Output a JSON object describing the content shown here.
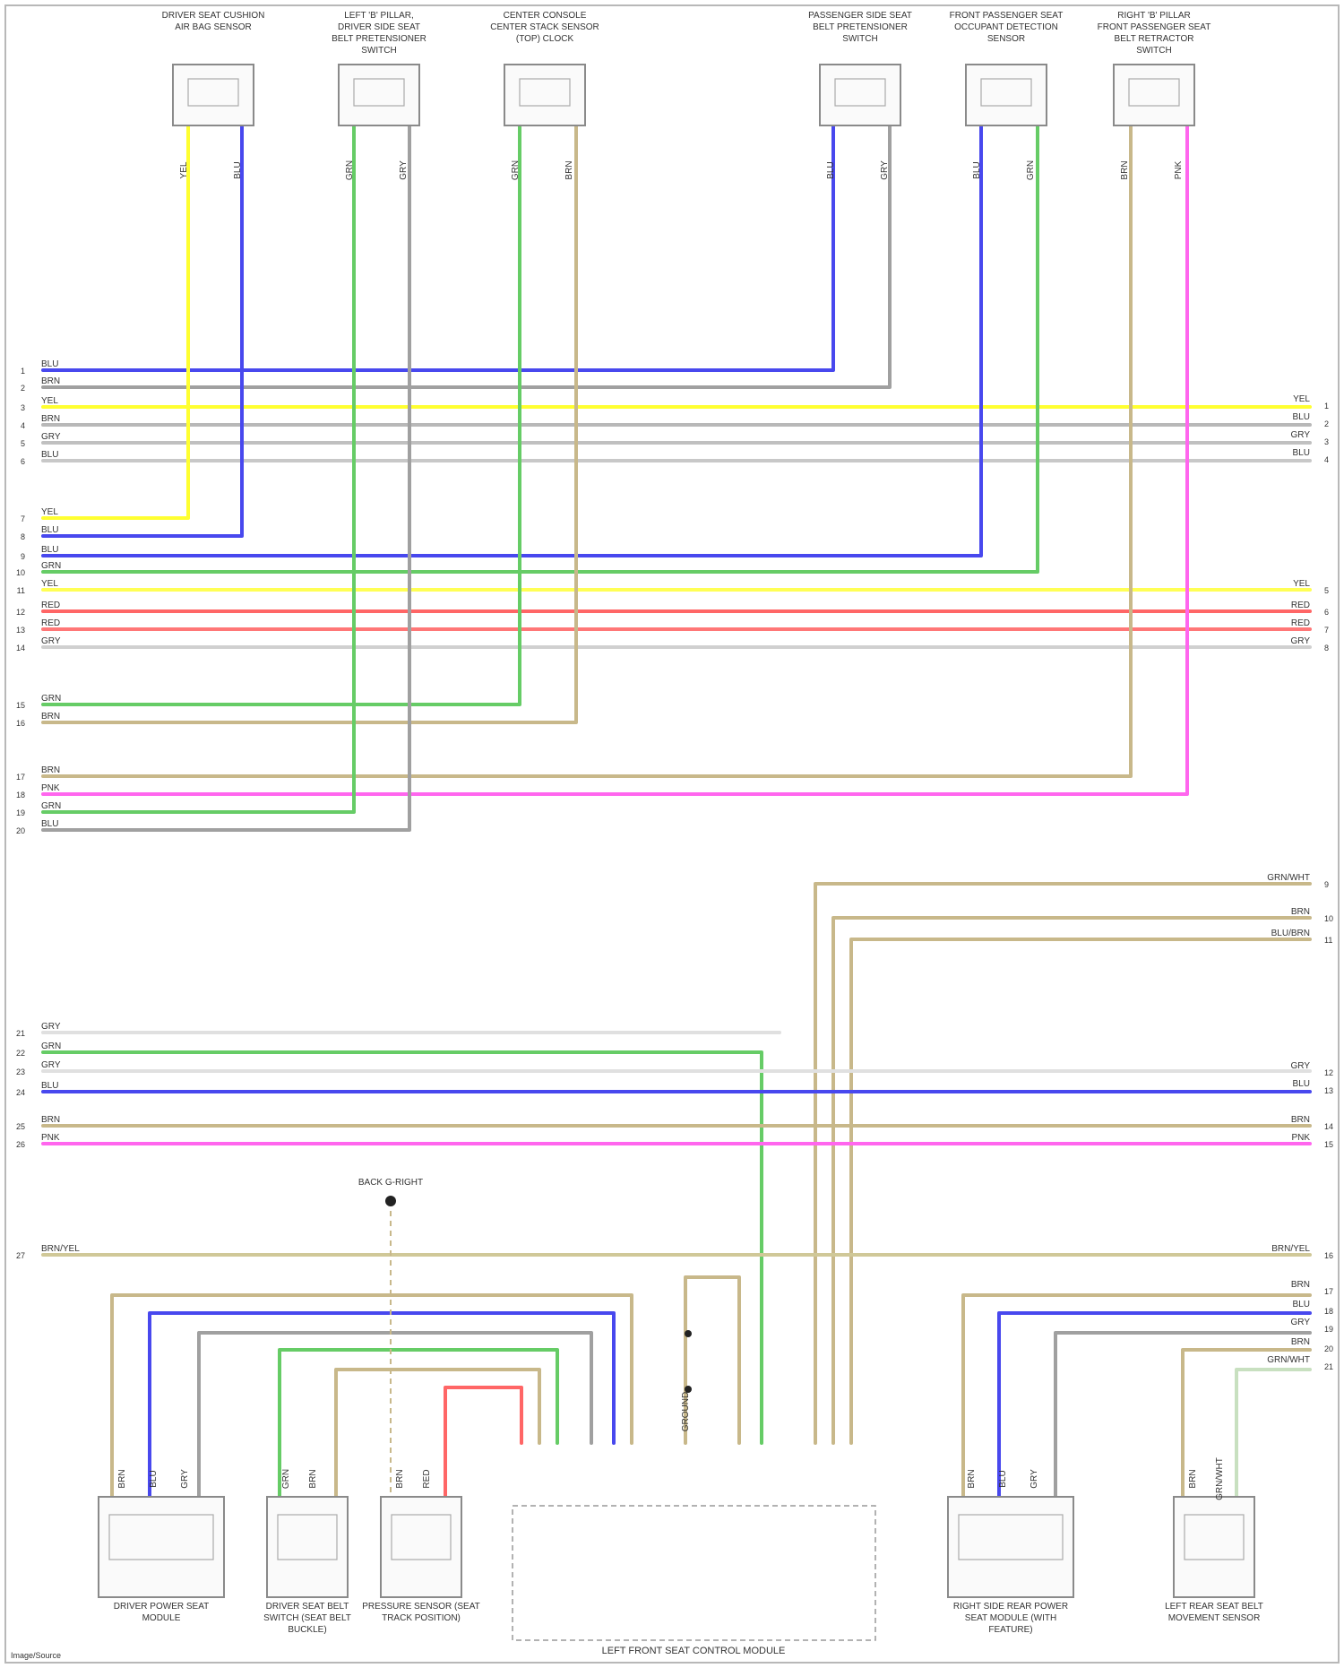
{
  "diagram": {
    "footer": "Image/Source",
    "module_label": "LEFT FRONT SEAT CONTROL MODULE",
    "ground_label": "GROUND",
    "ground_ref_label": "BACK G-RIGHT",
    "top_components": [
      {
        "id": "t1",
        "label": "DRIVER SEAT CUSHION AIR BAG SENSOR",
        "pins": [
          "YEL",
          "BLU"
        ]
      },
      {
        "id": "t2",
        "label": "LEFT 'B' PILLAR, DRIVER SIDE SEAT BELT PRETENSIONER SWITCH",
        "pins": [
          "GRN",
          "GRY"
        ]
      },
      {
        "id": "t3",
        "label": "CENTER CONSOLE CENTER STACK SENSOR (TOP) CLOCK",
        "pins": [
          "GRN",
          "BRN"
        ]
      },
      {
        "id": "t4",
        "label": "PASSENGER SIDE SEAT BELT PRETENSIONER SWITCH",
        "pins": [
          "BLU",
          "GRY"
        ]
      },
      {
        "id": "t5",
        "label": "FRONT PASSENGER SEAT OCCUPANT DETECTION SENSOR",
        "pins": [
          "BLU",
          "GRN"
        ]
      },
      {
        "id": "t6",
        "label": "RIGHT 'B' PILLAR FRONT PASSENGER SEAT BELT RETRACTOR SWITCH",
        "pins": [
          "BRN",
          "PNK"
        ]
      }
    ],
    "bottom_components": [
      {
        "id": "b1",
        "label": "DRIVER POWER SEAT MODULE",
        "pins": [
          "BRN",
          "BLU",
          "GRY"
        ]
      },
      {
        "id": "b2",
        "label": "DRIVER SEAT BELT SWITCH (SEAT BELT BUCKLE)",
        "pins": [
          "GRN",
          "BRN"
        ]
      },
      {
        "id": "b3",
        "label": "PRESSURE SENSOR (SEAT TRACK POSITION)",
        "pins": [
          "BRN",
          "RED"
        ]
      },
      {
        "id": "b4",
        "label": "RIGHT SIDE REAR POWER SEAT MODULE (WITH FEATURE)",
        "pins": [
          "BRN",
          "BLU",
          "GRY"
        ]
      },
      {
        "id": "b5",
        "label": "LEFT REAR SEAT BELT MOVEMENT SENSOR",
        "pins": [
          "BRN",
          "GRN/WHT"
        ]
      }
    ],
    "left_rows": [
      {
        "num": "1",
        "label": "BLU",
        "color": "#4848ee"
      },
      {
        "num": "2",
        "label": "BRN",
        "color": "#a0a0a0"
      },
      {
        "num": "3",
        "label": "YEL",
        "color": "#ffff30"
      },
      {
        "num": "4",
        "label": "BRN",
        "color": "#b8b8b8"
      },
      {
        "num": "5",
        "label": "GRY",
        "color": "#c0c0c0"
      },
      {
        "num": "6",
        "label": "BLU",
        "color": "#c8c8c8"
      },
      {
        "num": "7",
        "label": "YEL",
        "color": "#ffff30"
      },
      {
        "num": "8",
        "label": "BLU",
        "color": "#4848ee"
      },
      {
        "num": "9",
        "label": "BLU",
        "color": "#4848ee"
      },
      {
        "num": "10",
        "label": "GRN",
        "color": "#66cc66"
      },
      {
        "num": "11",
        "label": "YEL",
        "color": "#ffff55"
      },
      {
        "num": "12",
        "label": "RED",
        "color": "#ff6666"
      },
      {
        "num": "13",
        "label": "RED",
        "color": "#ff7777"
      },
      {
        "num": "14",
        "label": "GRY",
        "color": "#d0d0d0"
      },
      {
        "num": "15",
        "label": "GRN",
        "color": "#66cc66"
      },
      {
        "num": "16",
        "label": "BRN",
        "color": "#c8b88a"
      },
      {
        "num": "17",
        "label": "BRN",
        "color": "#c8b88a"
      },
      {
        "num": "18",
        "label": "PNK",
        "color": "#ff66ee"
      },
      {
        "num": "19",
        "label": "GRN",
        "color": "#66cc66"
      },
      {
        "num": "20",
        "label": "BLU",
        "color": "#a0a0a0"
      },
      {
        "num": "21",
        "label": "GRY",
        "color": "#e0e0e0"
      },
      {
        "num": "22",
        "label": "GRN",
        "color": "#66cc66"
      },
      {
        "num": "23",
        "label": "GRY",
        "color": "#e0e0e0"
      },
      {
        "num": "24",
        "label": "BLU",
        "color": "#4848ee"
      },
      {
        "num": "25",
        "label": "BRN",
        "color": "#c8b88a"
      },
      {
        "num": "26",
        "label": "PNK",
        "color": "#ff66ee"
      },
      {
        "num": "27",
        "label": "BRN/YEL",
        "color": "#d0c898"
      }
    ],
    "right_rows": [
      {
        "num": "1",
        "label": "YEL",
        "color": "#ffff30"
      },
      {
        "num": "2",
        "label": "BLU",
        "color": "#b8b8b8"
      },
      {
        "num": "3",
        "label": "GRY",
        "color": "#c0c0c0"
      },
      {
        "num": "4",
        "label": "BLU",
        "color": "#c8c8c8"
      },
      {
        "num": "5",
        "label": "YEL",
        "color": "#ffff55"
      },
      {
        "num": "6",
        "label": "RED",
        "color": "#ff6666"
      },
      {
        "num": "7",
        "label": "RED",
        "color": "#ff7777"
      },
      {
        "num": "8",
        "label": "GRY",
        "color": "#d0d0d0"
      },
      {
        "num": "9",
        "label": "GRN/WHT",
        "color": "#c8b88a"
      },
      {
        "num": "10",
        "label": "BRN",
        "color": "#c8b88a"
      },
      {
        "num": "11",
        "label": "BLU/BRN",
        "color": "#c8b88a"
      },
      {
        "num": "12",
        "label": "GRY",
        "color": "#e0e0e0"
      },
      {
        "num": "13",
        "label": "BLU",
        "color": "#4848ee"
      },
      {
        "num": "14",
        "label": "BRN",
        "color": "#c8b88a"
      },
      {
        "num": "15",
        "label": "PNK",
        "color": "#ff66ee"
      },
      {
        "num": "16",
        "label": "BRN/YEL",
        "color": "#d0c898"
      },
      {
        "num": "17",
        "label": "BRN",
        "color": "#c8b88a"
      },
      {
        "num": "18",
        "label": "BLU",
        "color": "#4848ee"
      },
      {
        "num": "19",
        "label": "GRY",
        "color": "#a0a0a0"
      },
      {
        "num": "20",
        "label": "BRN",
        "color": "#c8b88a"
      },
      {
        "num": "21",
        "label": "GRN/WHT",
        "color": "#c8b88a"
      }
    ],
    "colors": {
      "yellow": "#ffff30",
      "blue": "#4848ee",
      "green": "#66cc66",
      "brown": "#c8b88a",
      "gray": "#a0a0a0",
      "pink": "#ff66ee",
      "red": "#ff6666",
      "light_gray": "#d0d0d0"
    }
  }
}
